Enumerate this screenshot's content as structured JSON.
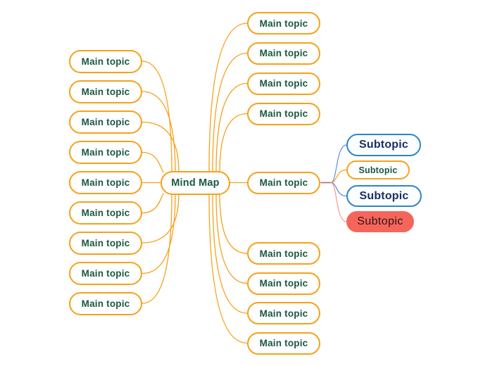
{
  "diagram": {
    "type": "mindmap",
    "background": "#ffffff"
  },
  "palette": {
    "orange": "#F6A11B",
    "green_text": "#1A5840",
    "blue": "#2E86C5",
    "navy_text": "#1B2F5E",
    "red_fill": "#F4665C",
    "red_text": "#381310",
    "edge_orange": "#F6A11B",
    "edge_blue": "#6489DE",
    "edge_pink": "#F29B94",
    "edge_stub": "#B25578"
  },
  "center": {
    "label": "Mind Map"
  },
  "left_topics": [
    {
      "label": "Main topic"
    },
    {
      "label": "Main topic"
    },
    {
      "label": "Main topic"
    },
    {
      "label": "Main topic"
    },
    {
      "label": "Main topic"
    },
    {
      "label": "Main topic"
    },
    {
      "label": "Main topic"
    },
    {
      "label": "Main topic"
    },
    {
      "label": "Main topic"
    }
  ],
  "right_top_topics": [
    {
      "label": "Main topic"
    },
    {
      "label": "Main topic"
    },
    {
      "label": "Main topic"
    },
    {
      "label": "Main topic"
    }
  ],
  "right_middle_topic": {
    "label": "Main topic"
  },
  "right_bottom_topics": [
    {
      "label": "Main topic"
    },
    {
      "label": "Main topic"
    },
    {
      "label": "Main topic"
    },
    {
      "label": "Main topic"
    }
  ],
  "subtopics": [
    {
      "label": "Subtopic",
      "style": "blue-large",
      "edge_color": "blue"
    },
    {
      "label": "Subtopic",
      "style": "orange-small",
      "edge_color": "orange"
    },
    {
      "label": "Subtopic",
      "style": "blue-large",
      "edge_color": "blue"
    },
    {
      "label": "Subtopic",
      "style": "red-filled",
      "edge_color": "pink"
    }
  ]
}
